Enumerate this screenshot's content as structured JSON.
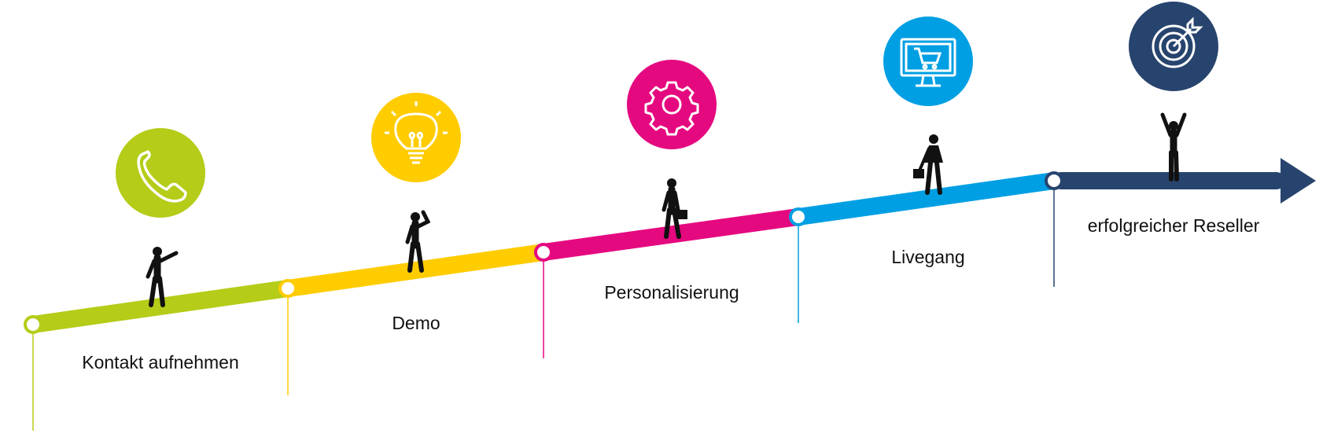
{
  "stages": [
    {
      "label": "Kontakt aufnehmen",
      "color": "#b5cc18",
      "icon": "phone-icon"
    },
    {
      "label": "Demo",
      "color": "#ffcc00",
      "icon": "lightbulb-icon"
    },
    {
      "label": "Personalisierung",
      "color": "#e5097f",
      "icon": "gear-icon"
    },
    {
      "label": "Livegang",
      "color": "#009fe3",
      "icon": "shop-monitor-icon"
    },
    {
      "label": "erfolgreicher Reseller",
      "color": "#27446e",
      "icon": "target-icon"
    }
  ]
}
